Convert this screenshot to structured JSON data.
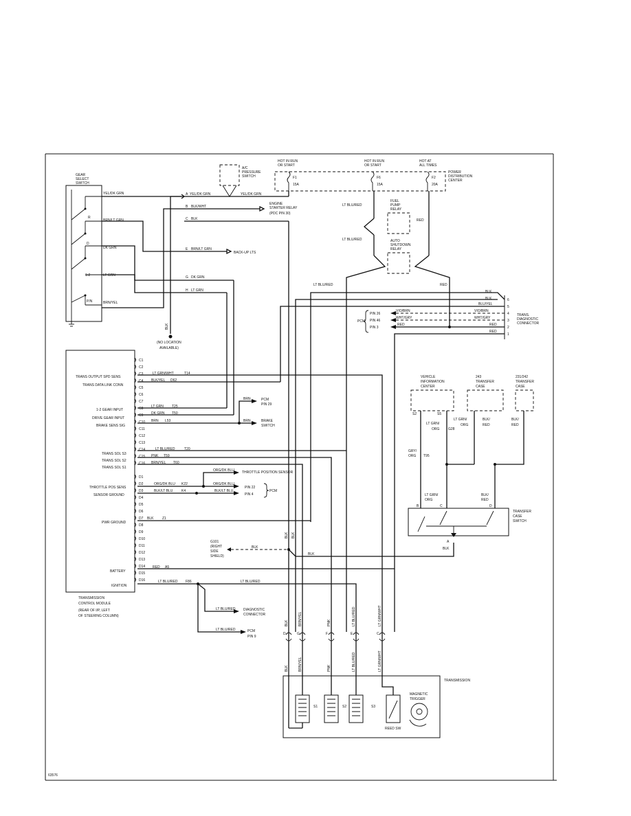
{
  "figure_id": "63576",
  "power": {
    "label": [
      "POWER",
      "DISTRIBUTION",
      "CENTER"
    ],
    "col1": [
      "HOT IN RUN",
      "OR START"
    ],
    "col2": [
      "HOT IN RUN",
      "OR START"
    ],
    "col3": [
      "HOT AT",
      "ALL TIMES"
    ],
    "f1": "F1",
    "f1a": "15A",
    "f6": "F6",
    "f6a": "15A",
    "f2": "F2",
    "f2a": "20A"
  },
  "ac_switch": [
    "A/C",
    "PRESSURE",
    "SWITCH"
  ],
  "gear_switch": {
    "title": [
      "GEAR",
      "SELECT",
      "SWITCH"
    ],
    "positions": [
      "R",
      "D",
      "1-2",
      "P/N"
    ],
    "wires": [
      "YEL/DK GRN",
      "BRN/LT GRN",
      "DK GRN",
      "LT GRN",
      "BRN/YEL"
    ]
  },
  "left_wires": {
    "a": "A",
    "a_color": "YEL/DK GRN",
    "a_ac": "YEL/DK GRN",
    "b": "B",
    "b_color": "BLK/WHT",
    "c": "C",
    "c_color": "BLK",
    "e": "E",
    "e_color": "BRN/LT GRN",
    "g": "G",
    "g_color": "DK GRN",
    "h": "H",
    "h_color": "LT GRN",
    "blk_vert": "BLK"
  },
  "engine_relay": [
    "ENGINE",
    "STARTER RELAY",
    "(PDC PIN 30)"
  ],
  "backup": "BACK-UP LTS",
  "no_location": [
    "(NO LOCATION",
    "AVAILABLE)"
  ],
  "relays": {
    "fuel_pump": [
      "FUEL",
      "PUMP",
      "RELAY"
    ],
    "asd": [
      "AUTO",
      "SHUTDOWN",
      "RELAY"
    ],
    "w_lt_blu_red_1": "LT BLU/RED",
    "w_lt_blu_red_2": "LT BLU/RED",
    "w_lt_blu_red_3": "LT BLU/RED",
    "w_red_1": "RED",
    "w_red_2": "RED"
  },
  "diag_conn": {
    "label": [
      "TRANS.",
      "DIAGNOSTIC",
      "CONNECTOR"
    ],
    "pcm": "PCM",
    "pin26": "PIN 26",
    "pin46": "PIN 46",
    "pin3": "PIN 3",
    "wires": [
      "BLK",
      "BLK",
      "BLU/YEL",
      "VIO/BRN",
      "WHT/GRY",
      "RED",
      "RED"
    ],
    "pins": [
      "6",
      "5",
      "4",
      "3",
      "2",
      "1"
    ]
  },
  "tcm": {
    "title": [
      "TRANSMISSION",
      "CONTROL MODULE"
    ],
    "location": [
      "(REAR OF I/P, LEFT",
      "OF STEERING COLUMN)"
    ],
    "pins": [
      "C1",
      "C2",
      "C3",
      "C4",
      "C5",
      "C6",
      "C7",
      "C8",
      "C9",
      "C10",
      "C11",
      "C12",
      "C13",
      "C14",
      "C15",
      "C16",
      "D1",
      "D2",
      "D3",
      "D4",
      "D5",
      "D6",
      "D7",
      "D8",
      "D9",
      "D10",
      "D11",
      "D12",
      "D13",
      "D14",
      "D15",
      "D16"
    ],
    "labels": {
      "c3": "TRANS OUTPUT SPD SENS",
      "c4": "TRANS DATA LINK CONN",
      "c8": "1-2 GEAR INPUT",
      "c9": "DRIVE GEAR INPUT",
      "c10": "BRAKE SENS SIG",
      "c14": "TRANS SOL S3",
      "c15": "TRANS SOL S2",
      "c16": "TRANS SOL S1",
      "d2": "THROTTLE POS SENS",
      "d3": "SENSOR GROUND",
      "d7": "PWR GROUND",
      "d14": "BATTERY",
      "d16": "IGNITION"
    },
    "wires": {
      "c3": "LT GRN/WHT",
      "c3c": "T14",
      "c4": "BLK/YEL",
      "c4c": "D62",
      "c8": "LT GRN",
      "c8c": "T25",
      "c9": "DK GRN",
      "c9c": "T50",
      "c10": "BRN",
      "c10c": "L53",
      "c14": "LT BLU/RED",
      "c14c": "T20",
      "c15": "PNK",
      "c15c": "T59",
      "c16": "BRN/YEL",
      "c16c": "T60",
      "d2": "ORG/DK BLU",
      "d2c": "K22",
      "d3": "BLK/LT BLU",
      "d3c": "K4",
      "d7": "BLK",
      "d7c": "Z1",
      "d14": "RED",
      "d14c": "A5",
      "d16": "LT BLU/RED",
      "d16c": "F86"
    }
  },
  "pcm_pin29": {
    "wire": "BRN",
    "label": [
      "PCM",
      "PIN 29"
    ]
  },
  "brake_switch": {
    "wire": "BRN",
    "label": [
      "BRAKE",
      "SWITCH"
    ]
  },
  "tps": {
    "wire": "ORG/DK BLU",
    "label": "THROTTLE POSITION SENSOR"
  },
  "pcm_pins": {
    "pin22": "PIN 22",
    "pin4": "PIN 4",
    "pcm": "PCM",
    "w1": "ORG/DK BLU",
    "w2": "BLK/LT BLU"
  },
  "ground": {
    "id": "G101",
    "label": [
      "(RIGHT",
      "SIDE",
      "SHIELD)"
    ],
    "wire": "BLK",
    "wire2": "BLK"
  },
  "ign_branch": {
    "wire": "LT BLU/RED",
    "w1": "LT BLU/RED",
    "w2": "LT BLU/RED"
  },
  "diag_connector": [
    "DIAGNOSTIC",
    "CONNECTOR"
  ],
  "pcm_pin9": [
    "PCM",
    "PIN 9"
  ],
  "vic": {
    "label": [
      "VEHICLE",
      "INFORMATION",
      "CENTER"
    ],
    "s2": "S2",
    "s5": "S5",
    "w1": [
      "LT GRN/",
      "ORG"
    ],
    "w1c": "G28",
    "w2": [
      "LT GRN/",
      "ORG"
    ]
  },
  "tc243": {
    "label": [
      "243",
      "TRANSFER",
      "CASE"
    ],
    "w": [
      "BLK/",
      "RED"
    ]
  },
  "tc231": {
    "label": [
      "231/242",
      "TRANSFER",
      "CASE"
    ],
    "w": [
      "BLK/",
      "RED"
    ]
  },
  "gry_org": {
    "w": [
      "GRY/",
      "ORG"
    ],
    "c": "T95"
  },
  "tcs": {
    "label": [
      "TRANSFER",
      "CASE",
      "SWITCH"
    ],
    "b": "B",
    "c": "C",
    "d": "D",
    "a": "A",
    "w_lt_grn_org": [
      "LT GRN/",
      "ORG"
    ],
    "w_blk_red": [
      "BLK/",
      "RED"
    ],
    "w_blk": "BLK"
  },
  "trans_conn": {
    "top": [
      "BLK",
      "BRN/YEL",
      "PNK",
      "LT BLU/RED",
      "LT GRN/WHT"
    ],
    "top_pins": [
      "D",
      "G",
      "F",
      "E",
      "C"
    ],
    "mid": [
      "BLK",
      "BLK"
    ],
    "bottom": [
      "BLK",
      "BRN/YEL",
      "PNK",
      "LT BLU/RED",
      "LT GRN/WHT"
    ]
  },
  "transmission": {
    "label": "TRANSMISSION",
    "s1": "S1",
    "s2": "S2",
    "s3": "S3",
    "mag": [
      "MAGNETIC",
      "TRIGGER"
    ],
    "reed": "REED SW"
  }
}
